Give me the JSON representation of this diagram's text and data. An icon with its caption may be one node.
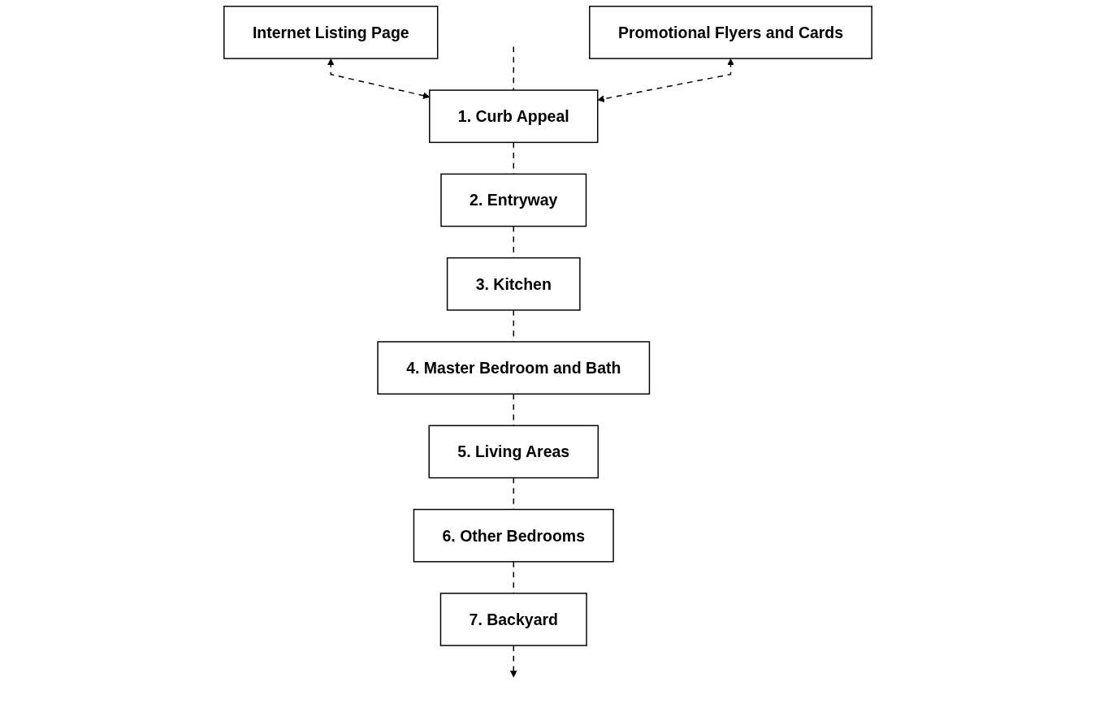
{
  "diagram": {
    "nodes": [
      {
        "text": [
          "Internet Listing Page"
        ]
      },
      {
        "text": [
          "Promotional Flyers and Cards"
        ]
      },
      {
        "text": [
          "1. Curb Appeal"
        ]
      },
      {
        "text": [
          "2. Entryway"
        ]
      },
      {
        "text": [
          "3. Kitchen"
        ]
      },
      {
        "text": [
          "4. Master Bedroom and Bath"
        ]
      },
      {
        "text": [
          "5. Living Areas"
        ]
      },
      {
        "text": [
          "6. Other Bedrooms"
        ]
      },
      {
        "text": [
          "7. Backyard"
        ]
      }
    ],
    "edges": [
      {
        "from": 0,
        "to": 2,
        "arrow": "both",
        "style": "dashed"
      },
      {
        "from": null,
        "to": 2,
        "arrow": "none",
        "style": "dashed"
      },
      {
        "from": 1,
        "to": 2,
        "arrow": "both",
        "style": "dashed"
      },
      {
        "from": 2,
        "to": 3,
        "arrow": "none",
        "style": "dashed"
      },
      {
        "from": 3,
        "to": 4,
        "arrow": "none",
        "style": "dashed"
      },
      {
        "from": 4,
        "to": 5,
        "arrow": "none",
        "style": "dashed"
      },
      {
        "from": 5,
        "to": 6,
        "arrow": "none",
        "style": "dashed"
      },
      {
        "from": 6,
        "to": 7,
        "arrow": "none",
        "style": "dashed"
      },
      {
        "from": 7,
        "to": 8,
        "arrow": "none",
        "style": "dashed"
      },
      {
        "from": 8,
        "to": null,
        "arrow": "to",
        "style": "dashed"
      }
    ]
  }
}
